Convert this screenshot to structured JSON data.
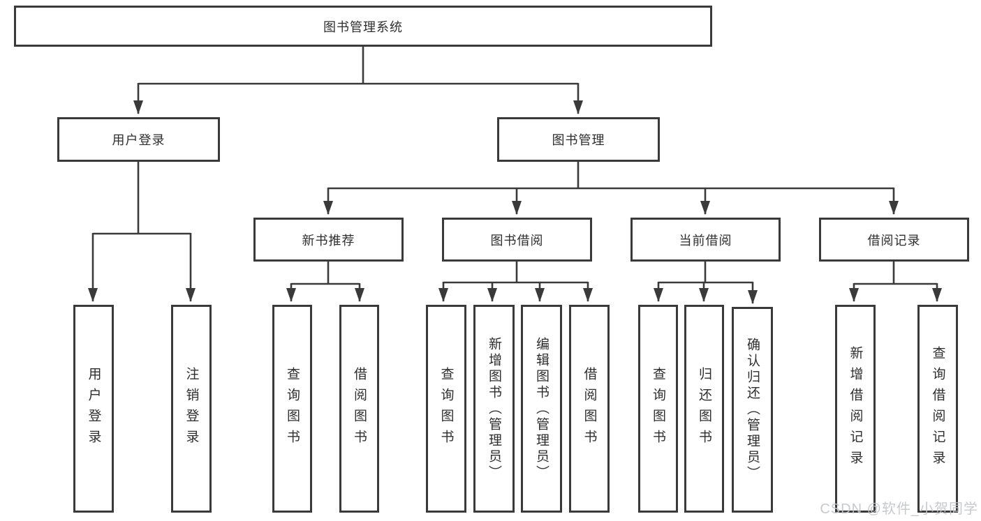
{
  "diagram_type": "tree",
  "tree": {
    "root": {
      "label": "图书管理系统",
      "children": [
        {
          "label": "用户登录",
          "children": [
            {
              "label": "用户登录"
            },
            {
              "label": "注销登录"
            }
          ]
        },
        {
          "label": "图书管理",
          "children": [
            {
              "label": "新书推荐",
              "children": [
                {
                  "label": "查询图书"
                },
                {
                  "label": "借阅图书"
                }
              ]
            },
            {
              "label": "图书借阅",
              "children": [
                {
                  "label": "查询图书"
                },
                {
                  "label": "新增图书（管理员）"
                },
                {
                  "label": "编辑图书（管理员）"
                },
                {
                  "label": "借阅图书"
                }
              ]
            },
            {
              "label": "当前借阅",
              "children": [
                {
                  "label": "查询图书"
                },
                {
                  "label": "归还图书"
                },
                {
                  "label": "确认归还（管理员）"
                }
              ]
            },
            {
              "label": "借阅记录",
              "children": [
                {
                  "label": "新增借阅记录"
                },
                {
                  "label": "查询借阅记录"
                }
              ]
            }
          ]
        }
      ]
    }
  },
  "watermark": {
    "text": "CSDN @软件_小贺同学"
  },
  "colors": {
    "line": "#3a3a3a",
    "box_border": "#3a3a3a",
    "text": "#2e2e2e",
    "background": "#ffffff",
    "watermark": "#c3c6c9"
  }
}
